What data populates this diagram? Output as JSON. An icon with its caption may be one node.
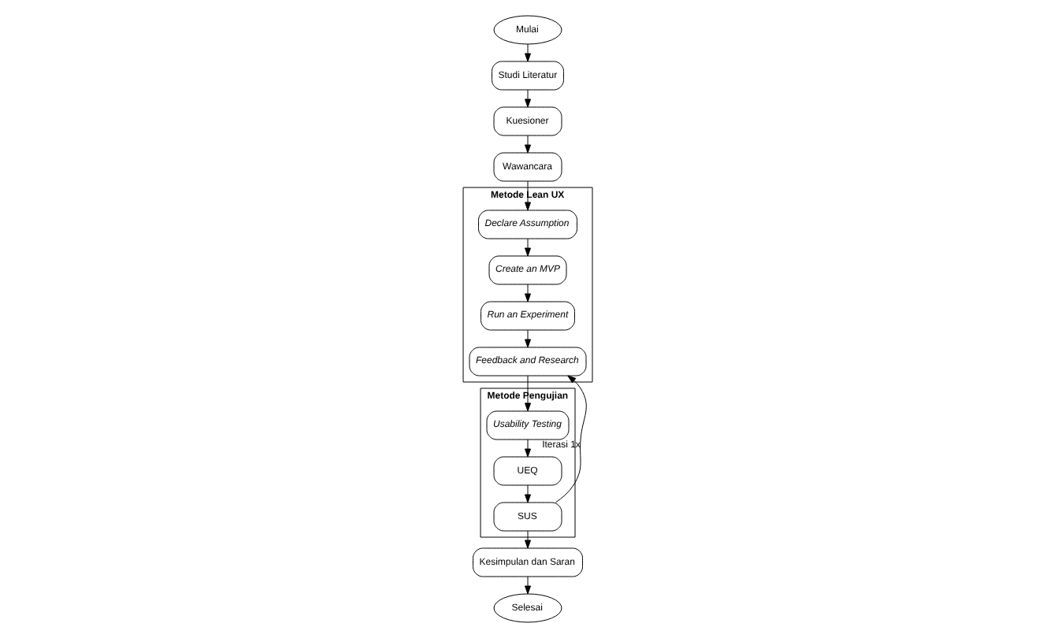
{
  "diagram": {
    "nodes": [
      {
        "text": [
          "Mulai"
        ]
      },
      {
        "text": [
          "Studi Literatur"
        ]
      },
      {
        "text": [
          "Kuesioner"
        ]
      },
      {
        "text": [
          "Wawancara"
        ]
      },
      {
        "text": [
          "Metode Lean UX"
        ]
      },
      {
        "text": [
          "Declare Assumption"
        ],
        "in": 4
      },
      {
        "text": [
          "Create an MVP"
        ],
        "in": 4
      },
      {
        "text": [
          "Run an Experiment"
        ],
        "in": 4
      },
      {
        "text": [
          "Feedback and Research"
        ],
        "in": 4
      },
      {
        "text": [
          "Metode Pengujian"
        ]
      },
      {
        "text": [
          "Usability Testing"
        ],
        "in": 9
      },
      {
        "text": [
          "UEQ"
        ],
        "in": 9
      },
      {
        "text": [
          "SUS"
        ],
        "in": 9
      },
      {
        "text": [
          "Kesimpulan dan Saran"
        ]
      },
      {
        "text": [
          "Selesai"
        ]
      }
    ],
    "edges": [
      {
        "from": 0,
        "to": 1,
        "arrow": "to"
      },
      {
        "from": 1,
        "to": 2,
        "arrow": "to"
      },
      {
        "from": 2,
        "to": 3,
        "arrow": "to"
      },
      {
        "from": 3,
        "to": 5,
        "arrow": "to"
      },
      {
        "from": 5,
        "to": 6,
        "arrow": "to"
      },
      {
        "from": 6,
        "to": 7,
        "arrow": "to"
      },
      {
        "from": 7,
        "to": 8,
        "arrow": "to"
      },
      {
        "from": 8,
        "to": 10,
        "arrow": "to"
      },
      {
        "from": 10,
        "to": 11,
        "arrow": "to"
      },
      {
        "from": 11,
        "to": 12,
        "arrow": "to"
      },
      {
        "from": 12,
        "to": 13,
        "arrow": "to"
      },
      {
        "from": 13,
        "to": 14,
        "arrow": "to"
      },
      {
        "from": 12,
        "to": 8,
        "arrow": "to",
        "label": "Iterasi 1x"
      }
    ]
  }
}
